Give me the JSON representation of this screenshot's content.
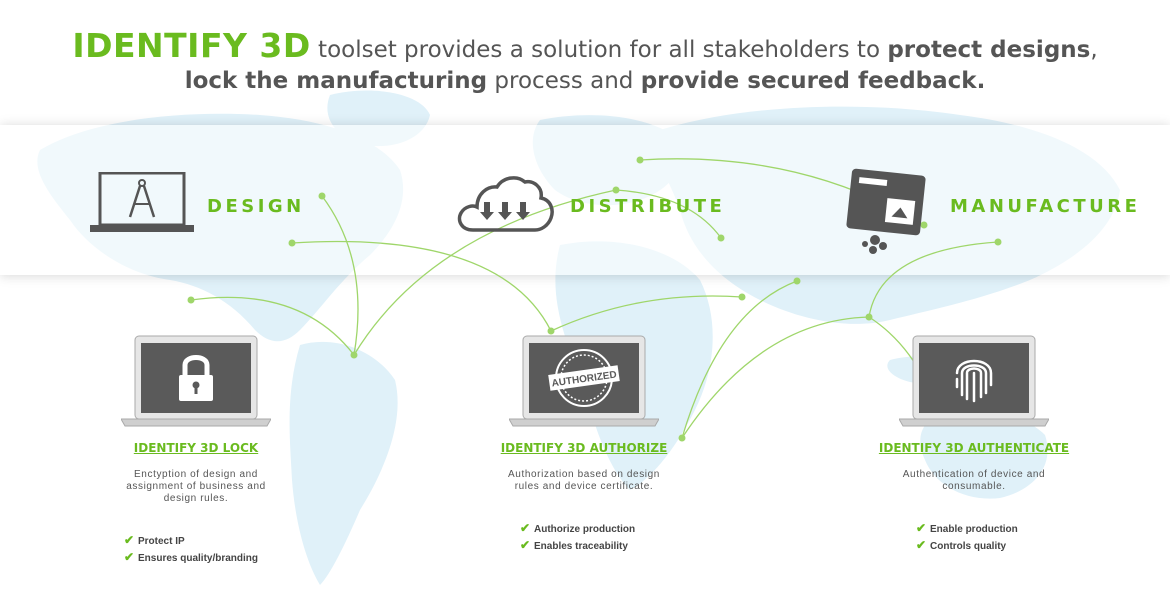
{
  "headline": {
    "brand": "IDENTIFY 3D",
    "part1": " toolset provides a solution for all stakeholders to ",
    "bold1": "protect designs",
    "part2": ",",
    "bold2": "lock the manufacturing",
    "part3": " process and ",
    "bold3": "provide secured feedback."
  },
  "stages": [
    {
      "label": "DESIGN",
      "icon": "laptop-compass-icon"
    },
    {
      "label": "DISTRIBUTE",
      "icon": "cloud-download-icon"
    },
    {
      "label": "MANUFACTURE",
      "icon": "3d-printer-icon"
    }
  ],
  "products": [
    {
      "title": "IDENTIFY 3D LOCK",
      "screen_icon": "padlock-icon",
      "description": "Enctyption of design and assignment of business and design rules.",
      "features": [
        "Protect IP",
        "Ensures quality/branding"
      ]
    },
    {
      "title": "IDENTIFY 3D AUTHORIZE",
      "screen_icon": "authorized-stamp-icon",
      "stamp_text": "AUTHORIZED",
      "description": "Authorization based on design rules and device certificate.",
      "features": [
        "Authorize production",
        "Enables traceability"
      ]
    },
    {
      "title": "IDENTIFY 3D AUTHENTICATE",
      "screen_icon": "fingerprint-icon",
      "description": "Authentication of device and consumable.",
      "features": [
        "Enable production",
        "Controls quality"
      ]
    }
  ],
  "colors": {
    "accent": "#6abb1f",
    "text": "#555555",
    "map": "#dceff8",
    "icon": "#555555"
  }
}
